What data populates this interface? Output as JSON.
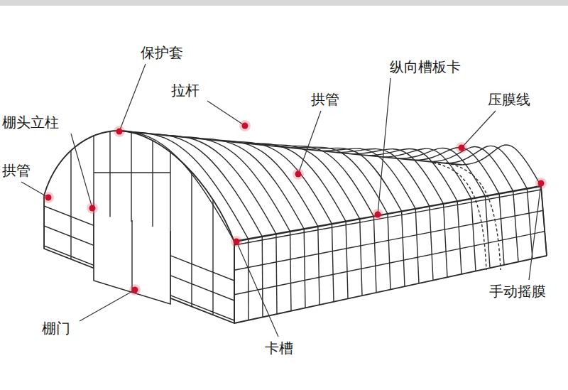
{
  "diagram": {
    "labels": [
      "保护套",
      "棚头立柱",
      "拉杆",
      "拱管",
      "纵向槽板卡",
      "压膜线",
      "拱管",
      "手动摇膜",
      "卡槽",
      "棚门"
    ]
  }
}
